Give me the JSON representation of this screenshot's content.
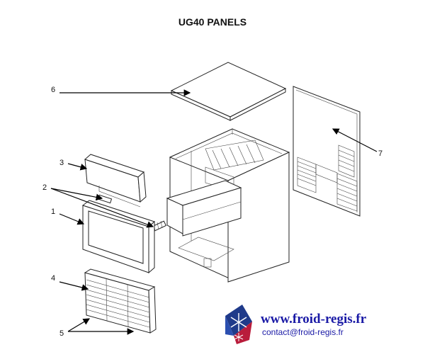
{
  "title": "UG40 PANELS",
  "callouts": {
    "c1": "1",
    "c2": "2",
    "c3": "3",
    "c4": "4",
    "c5": "5",
    "c6": "6",
    "c7": "7"
  },
  "brand": {
    "website": "www.froid-regis.fr",
    "email": "contact@froid-regis.fr",
    "color": "#1a1aa6",
    "logo_colors": [
      "#1f3a8a",
      "#b91c3b",
      "#ffffff"
    ]
  }
}
